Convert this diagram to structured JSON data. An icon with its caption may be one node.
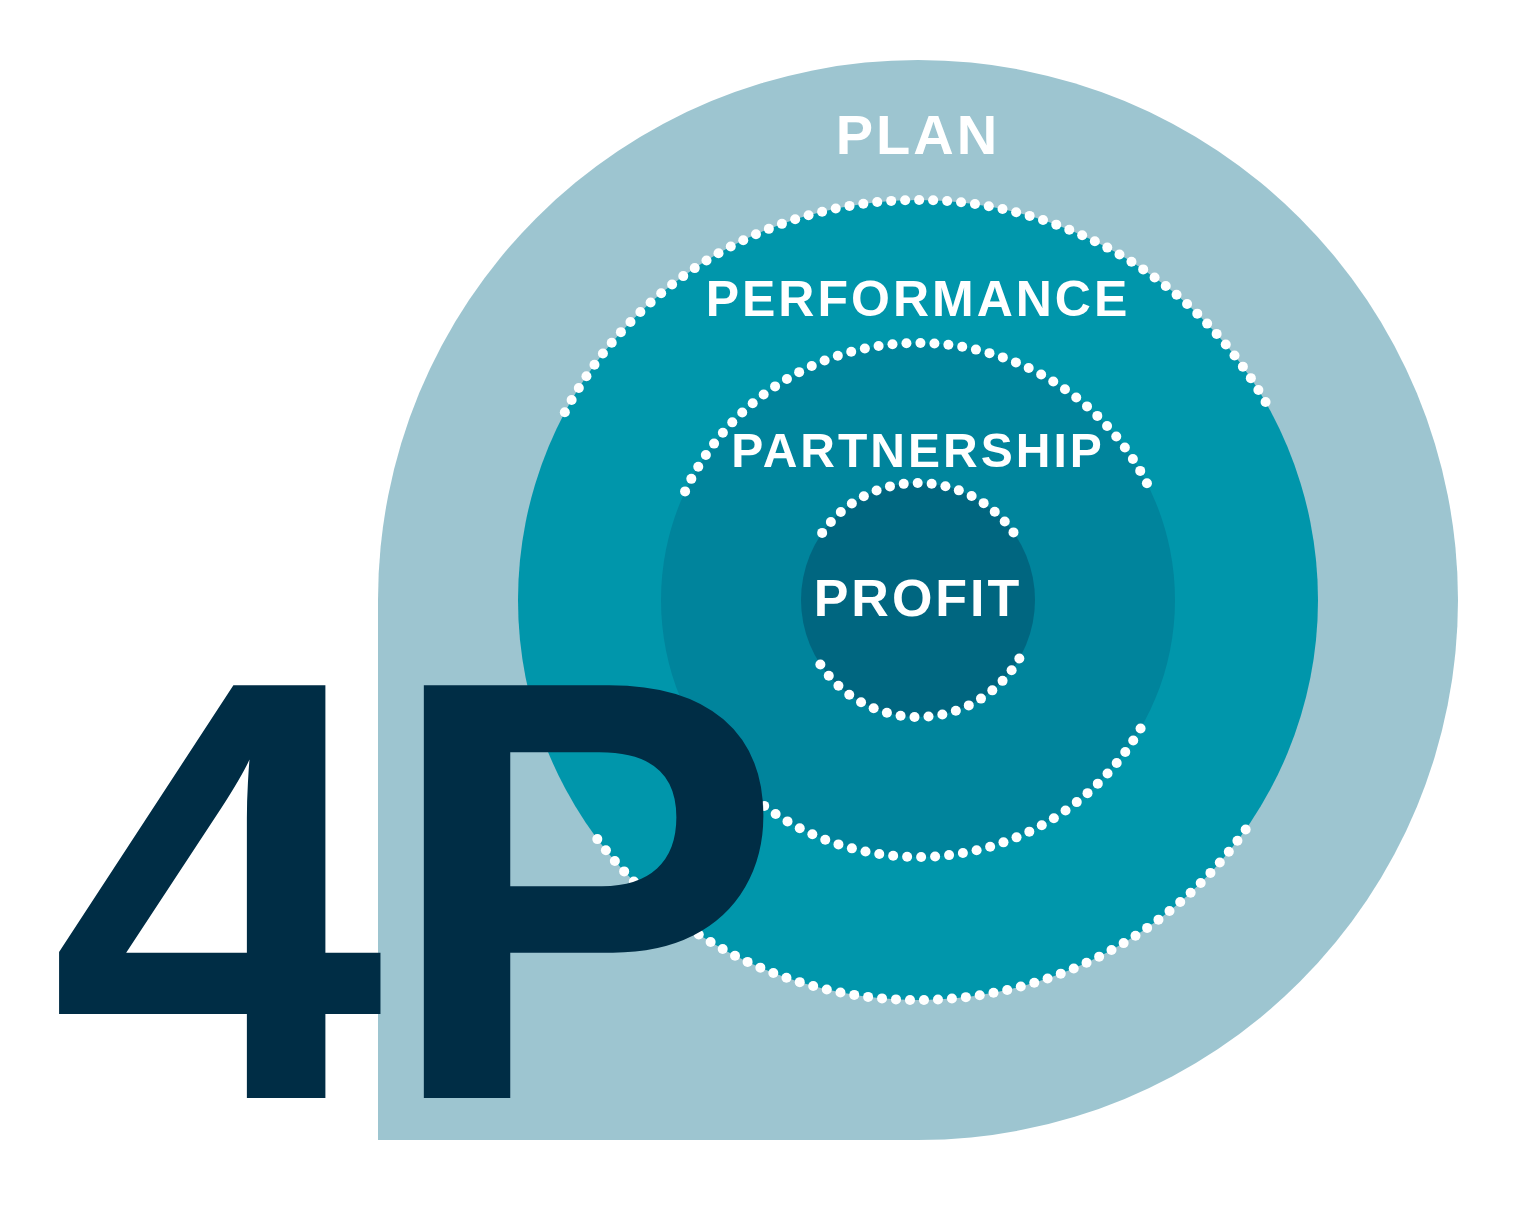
{
  "diagram": {
    "nodes": [
      {
        "text": [
          "PLAN"
        ]
      },
      {
        "text": [
          "PERFORMANCE"
        ],
        "in": 0
      },
      {
        "text": [
          "PARTNERSHIP"
        ],
        "in": 1
      },
      {
        "text": [
          "PROFIT"
        ],
        "in": 2
      }
    ],
    "labels": [
      "4P"
    ]
  }
}
